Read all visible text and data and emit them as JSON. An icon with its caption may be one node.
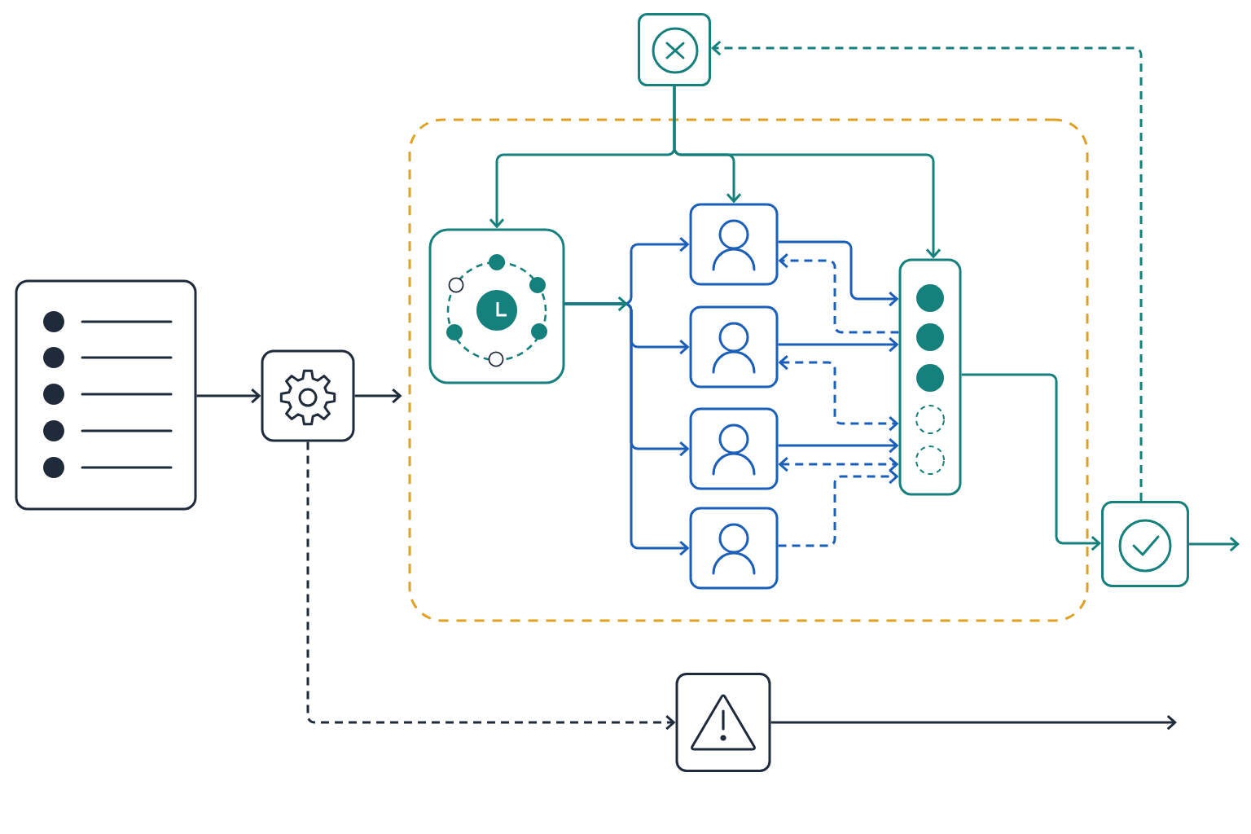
{
  "diagram": {
    "nodes": [
      {
        "text": [],
        "shape": "box"
      },
      {
        "text": [],
        "shape": "box"
      },
      {
        "text": [],
        "shape": "box"
      },
      {
        "text": [],
        "shape": "box"
      },
      {
        "text": [],
        "shape": "box",
        "in": 2
      },
      {
        "text": [],
        "shape": "box",
        "in": 2
      },
      {
        "text": [],
        "shape": "box",
        "in": 2
      },
      {
        "text": [],
        "shape": "box",
        "in": 2
      },
      {
        "text": [],
        "shape": "box",
        "in": 2
      },
      {
        "text": [],
        "shape": "box",
        "in": 2
      },
      {
        "text": [],
        "shape": "box"
      },
      {
        "text": [],
        "shape": "box"
      }
    ],
    "edges": [
      {
        "from": 0,
        "to": 1,
        "arrow": "to",
        "color": "#1f2a3a"
      },
      {
        "from": 1,
        "to": 2,
        "arrow": "to",
        "color": "#1f2a3a"
      },
      {
        "from": 1,
        "to": 11,
        "arrow": "to",
        "style": "dashed",
        "color": "#1f2a3a"
      },
      {
        "from": 11,
        "to": null,
        "arrow": "to",
        "color": "#1f2a3a"
      },
      {
        "from": 3,
        "to": 4,
        "arrow": "to",
        "color": "#16807d"
      },
      {
        "from": 3,
        "to": 5,
        "arrow": "to",
        "color": "#16807d"
      },
      {
        "from": 3,
        "to": 9,
        "arrow": "to",
        "color": "#16807d"
      },
      {
        "from": 4,
        "to": 5,
        "arrow": "to"
      },
      {
        "from": 4,
        "to": 6,
        "arrow": "to"
      },
      {
        "from": 4,
        "to": 7,
        "arrow": "to"
      },
      {
        "from": 4,
        "to": 8,
        "arrow": "to"
      },
      {
        "from": 5,
        "to": 9,
        "arrow": "to"
      },
      {
        "from": 9,
        "to": 5,
        "arrow": "to",
        "style": "dashed"
      },
      {
        "from": 6,
        "to": 9,
        "arrow": "to"
      },
      {
        "from": 6,
        "to": 9,
        "arrow": "both",
        "style": "dashed"
      },
      {
        "from": 7,
        "to": 9,
        "arrow": "to"
      },
      {
        "from": 7,
        "to": 9,
        "arrow": "both",
        "style": "dashed"
      },
      {
        "from": 8,
        "to": 9,
        "arrow": "to",
        "style": "dashed"
      },
      {
        "from": 9,
        "to": 10,
        "arrow": "to",
        "color": "#16807d"
      },
      {
        "from": 10,
        "to": 3,
        "arrow": "to",
        "style": "dashed",
        "color": "#16807d"
      },
      {
        "from": 10,
        "to": null,
        "arrow": "to",
        "color": "#16807d"
      }
    ]
  }
}
